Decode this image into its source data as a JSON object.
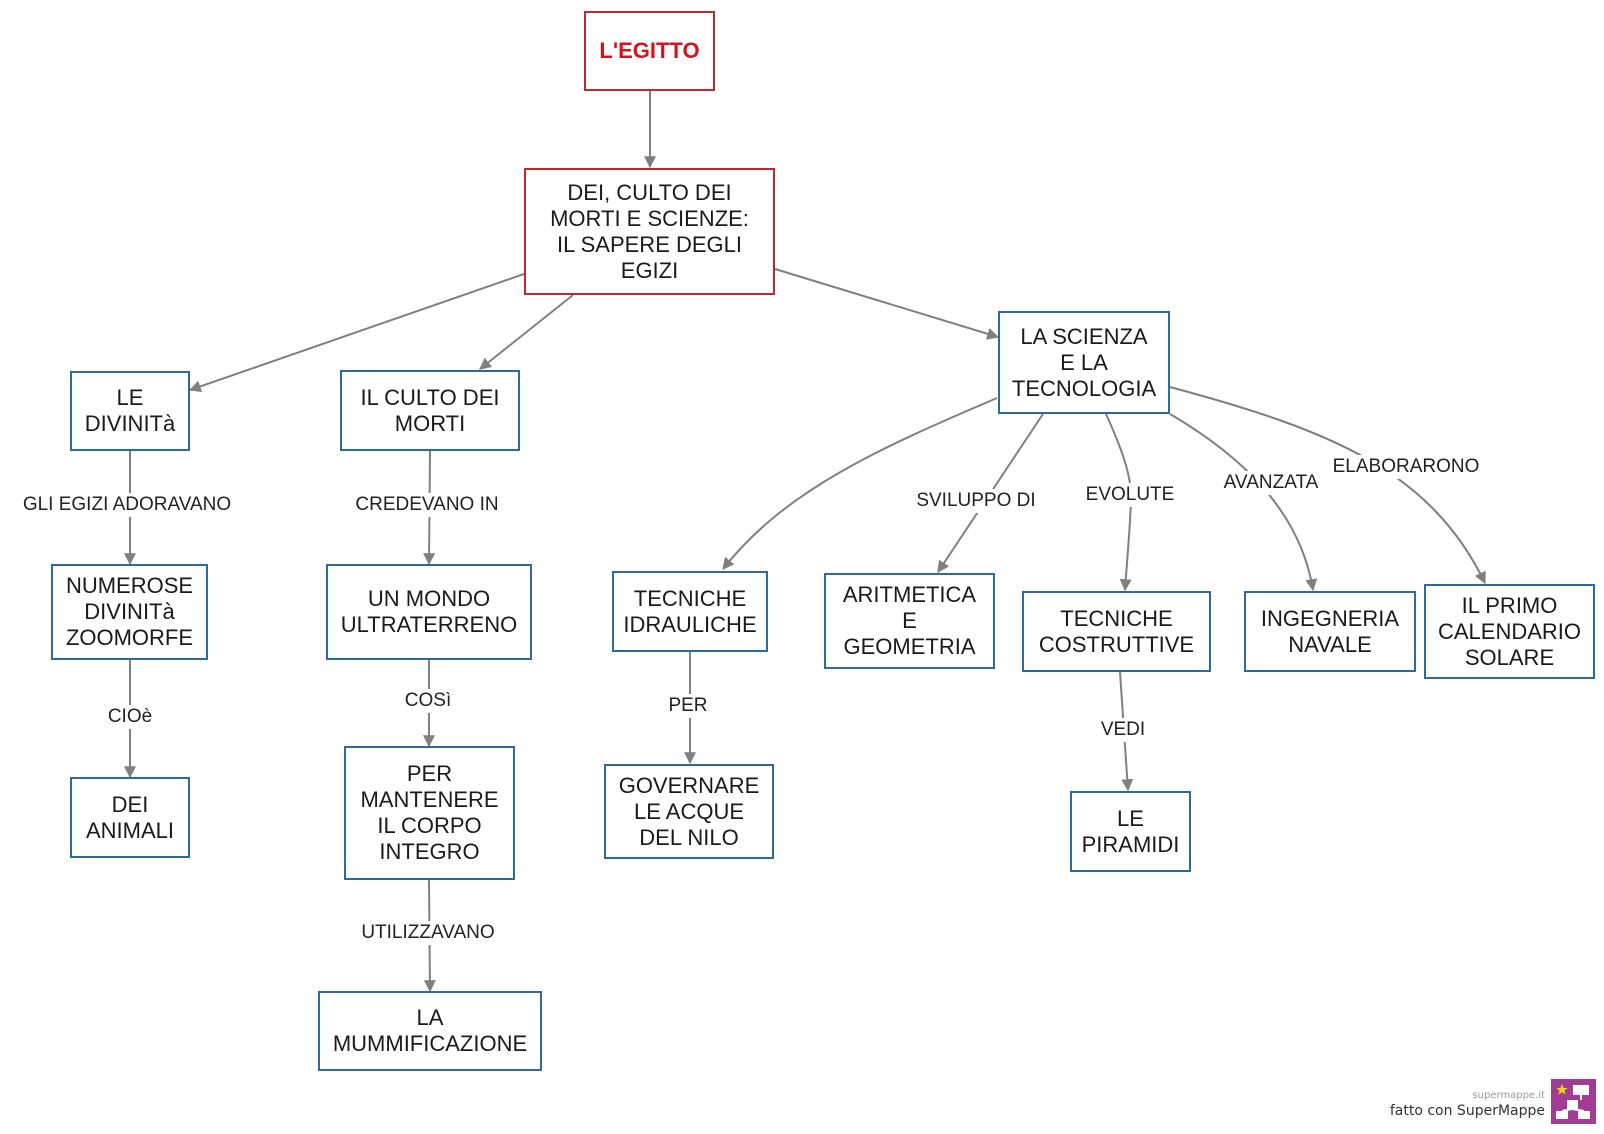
{
  "nodes": {
    "egitto": "L'EGITTO",
    "sapere": "DEI, CULTO DEI\nMORTI E SCIENZE:\nIL SAPERE DEGLI\nEGIZI",
    "divinita": "LE\nDIVINITà",
    "culto": "IL CULTO DEI\nMORTI",
    "scienza": "LA SCIENZA\nE LA\nTECNOLOGIA",
    "numerose": "NUMEROSE\nDIVINITà\nZOOMORFE",
    "animali": "DEI\nANIMALI",
    "mondo": "UN MONDO\nULTRATERRENO",
    "corpo": "PER\nMANTENERE\nIL CORPO\nINTEGRO",
    "mummia": "LA\nMUMMIFICAZIONE",
    "idrauliche": "TECNICHE\nIDRAULICHE",
    "nilo": "GOVERNARE\nLE ACQUE\nDEL NILO",
    "aritmetica": "ARITMETICA\nE\nGEOMETRIA",
    "costruttive": "TECNICHE\nCOSTRUTTIVE",
    "piramidi": "LE\nPIRAMIDI",
    "navale": "INGEGNERIA\nNAVALE",
    "calendario": "IL PRIMO\nCALENDARIO\nSOLARE"
  },
  "edge_labels": {
    "adoravano": "GLI EGIZI ADORAVANO",
    "cioe": "CIOè",
    "credevano": "CREDEVANO IN",
    "cosi": "COSì",
    "utilizzavano": "UTILIZZAVANO",
    "per": "PER",
    "sviluppo": "SVILUPPO DI",
    "evolute": "EVOLUTE",
    "vedi": "VEDI",
    "avanzata": "AVANZATA",
    "elaborarono": "ELABORARONO"
  },
  "footer": {
    "site": "supermappe.it",
    "credit": "fatto con SuperMappe"
  },
  "colors": {
    "node_border": "#2c6aa0",
    "root_border": "#c4262d",
    "root_text": "#d2151c",
    "edge": "#808080",
    "logo": "#a03c93"
  }
}
